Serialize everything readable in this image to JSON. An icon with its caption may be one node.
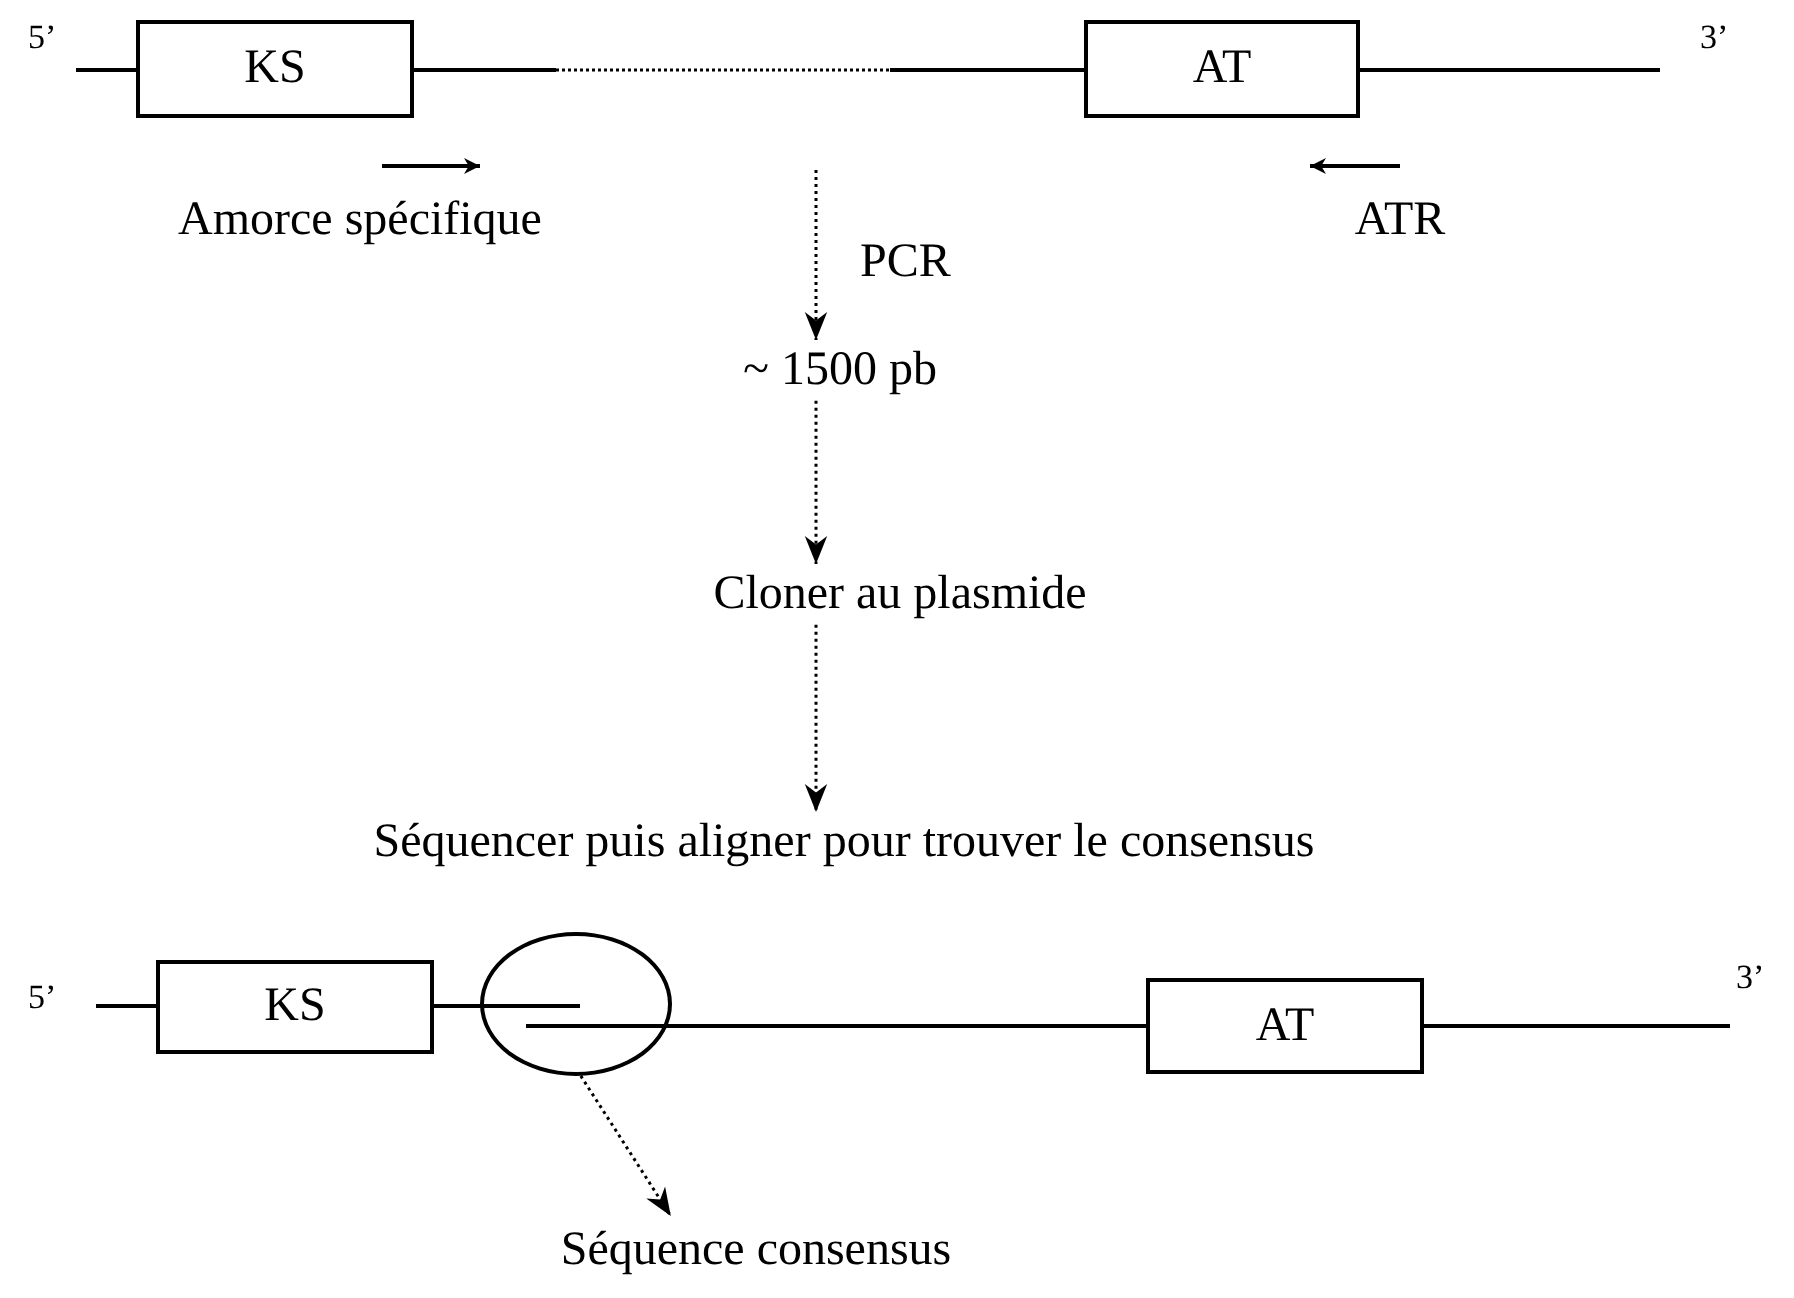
{
  "diagram": {
    "nodes": [
      {
        "text": [
          "KS"
        ]
      },
      {
        "text": [
          "AT"
        ]
      },
      {
        "text": [
          "~ 1500 pb"
        ]
      },
      {
        "text": [
          "Cloner au plasmide"
        ]
      },
      {
        "text": [
          "Séquencer puis aligner pour trouver le consensus"
        ]
      },
      {
        "text": [
          "KS"
        ]
      },
      {
        "text": [],
        "shape": "ellipse"
      },
      {
        "text": [
          "AT"
        ]
      },
      {
        "text": [
          "Séquence consensus"
        ]
      }
    ],
    "edges": [
      {
        "from": null,
        "to": 2,
        "arrow": "to",
        "label": "PCR",
        "style": "dashed"
      },
      {
        "from": 2,
        "to": 3,
        "arrow": "to",
        "style": "dashed"
      },
      {
        "from": 3,
        "to": 4,
        "arrow": "to",
        "style": "dashed"
      },
      {
        "from": 6,
        "to": 8,
        "arrow": "to",
        "style": "dashed"
      },
      {
        "from": 0,
        "to": null,
        "arrow": "none"
      },
      {
        "from": null,
        "to": 1,
        "arrow": "none"
      },
      {
        "from": 5,
        "to": 6,
        "arrow": "none"
      },
      {
        "from": 6,
        "to": 7,
        "arrow": "none"
      }
    ],
    "labels": [
      "5’",
      "3’",
      "Amorce spécifique",
      "ATR",
      "5’",
      "3’"
    ]
  }
}
